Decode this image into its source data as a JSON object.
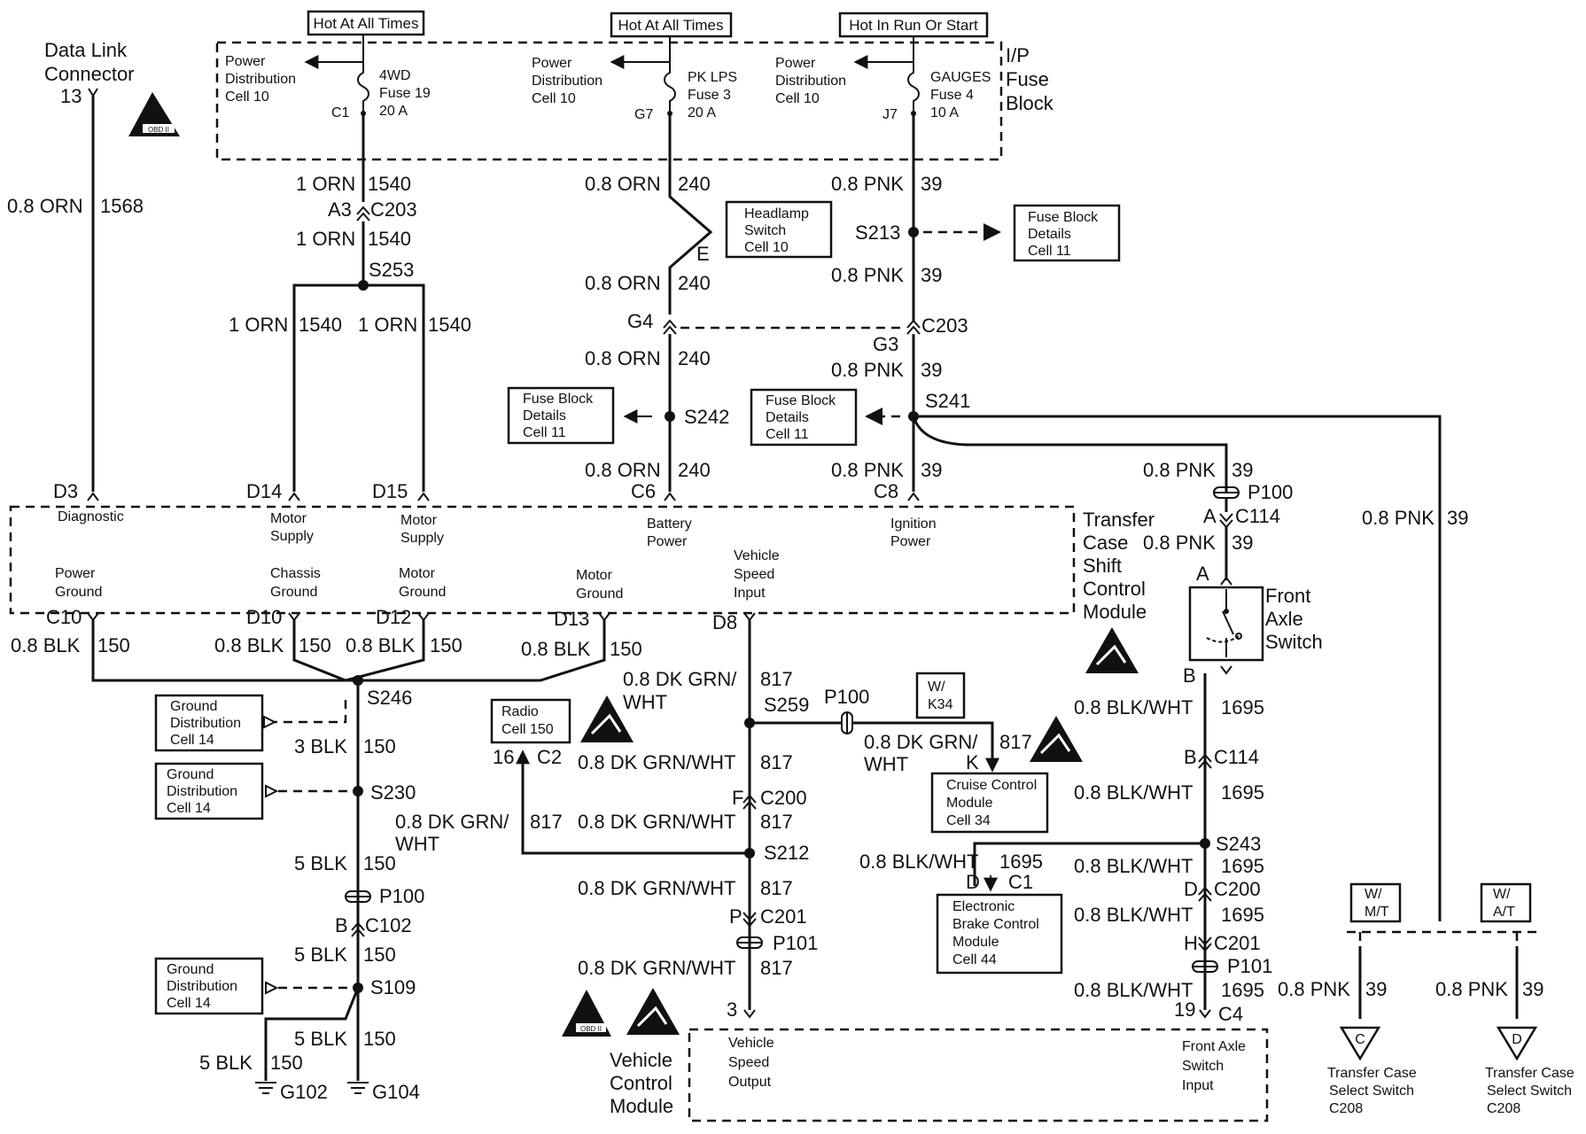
{
  "fuses": [
    {
      "header": "Hot At All Times",
      "pd": [
        "Power",
        "Distribution",
        "Cell 10"
      ],
      "name": [
        "4WD",
        "Fuse 19",
        "20 A"
      ],
      "term": "C1"
    },
    {
      "header": "Hot At All Times",
      "pd": [
        "Power",
        "Distribution",
        "Cell 10"
      ],
      "name": [
        "PK LPS",
        "Fuse 3",
        "20 A"
      ],
      "term": "G7"
    },
    {
      "header": "Hot In Run Or Start",
      "pd": [
        "Power",
        "Distribution",
        "Cell 10"
      ],
      "name": [
        "GAUGES",
        "Fuse 4",
        "10 A"
      ],
      "term": "J7"
    }
  ],
  "ip_fuse_block": [
    "I/P",
    "Fuse",
    "Block"
  ],
  "dlc": {
    "title": [
      "Data Link",
      "Connector"
    ],
    "pin": "13",
    "wire": "0.8 ORN",
    "circuit": "1568"
  },
  "obd_label": "OBD II",
  "wires": {
    "orn1540": "1 ORN",
    "c1540": "1540",
    "orn240": "0.8 ORN",
    "c240": "240",
    "pnk39": "0.8 PNK",
    "c39": "39",
    "blk150": "0.8 BLK",
    "c150": "150",
    "blk3": "3 BLK",
    "blk5": "5 BLK",
    "dkgrn": "0.8 DK GRN/WHT",
    "dkgrn_a": "0.8 DK GRN/",
    "dkgrn_b": "WHT",
    "c817": "817",
    "blkwht": "0.8 BLK/WHT",
    "c1695": "1695"
  },
  "connectors": {
    "a3": "A3",
    "c203": "C203",
    "g4": "G4",
    "g3": "G3",
    "e": "E",
    "c6": "C6",
    "c8": "C8",
    "a": "A",
    "b": "B",
    "c114": "C114",
    "p100": "P100",
    "c10": "C10",
    "d10": "D10",
    "d12": "D12",
    "d13": "D13",
    "d8": "D8",
    "d3": "D3",
    "d14": "D14",
    "d15": "D15",
    "c102": "C102",
    "c2": "C2",
    "pin16": "16",
    "f": "F",
    "c200": "C200",
    "p": "P",
    "c201": "C201",
    "p101": "P101",
    "pin3": "3",
    "k": "K",
    "d": "D",
    "c1": "C1",
    "h": "H",
    "pin19": "19",
    "c4": "C4"
  },
  "splices": {
    "s253": "S253",
    "s213": "S213",
    "s242": "S242",
    "s241": "S241",
    "s246": "S246",
    "s230": "S230",
    "s109": "S109",
    "s259": "S259",
    "s212": "S212",
    "s243": "S243"
  },
  "grounds": {
    "g102": "G102",
    "g104": "G104"
  },
  "refs": {
    "headlamp": [
      "Headlamp",
      "Switch",
      "Cell 10"
    ],
    "fbd": [
      "Fuse Block",
      "Details",
      "Cell 11"
    ],
    "gnd": [
      "Ground",
      "Distribution",
      "Cell 14"
    ],
    "radio": [
      "Radio",
      "Cell 150"
    ],
    "cruise": [
      "Cruise Control",
      "Module",
      "Cell 34"
    ],
    "ebcm": [
      "Electronic",
      "Brake Control",
      "Module",
      "Cell 44"
    ],
    "wk34": [
      "W/",
      "K34"
    ],
    "wmt": [
      "W/",
      "M/T"
    ],
    "wat": [
      "W/",
      "A/T"
    ]
  },
  "tccm": {
    "title": [
      "Transfer",
      "Case",
      "Shift",
      "Control",
      "Module"
    ],
    "diagnostic": "Diagnostic",
    "motor_supply": [
      "Motor",
      "Supply"
    ],
    "battery": [
      "Battery",
      "Power"
    ],
    "ignition": [
      "Ignition",
      "Power"
    ],
    "power_ground": [
      "Power",
      "Ground"
    ],
    "chassis_ground": [
      "Chassis",
      "Ground"
    ],
    "motor_ground": [
      "Motor",
      "Ground"
    ],
    "vss_input": [
      "Vehicle",
      "Speed",
      "Input"
    ]
  },
  "front_axle_switch": [
    "Front",
    "Axle",
    "Switch"
  ],
  "vcm": {
    "title": [
      "Vehicle",
      "Control",
      "Module"
    ],
    "vss_output": [
      "Vehicle",
      "Speed",
      "Output"
    ],
    "fa_input": [
      "Front Axle",
      "Switch",
      "Input"
    ]
  },
  "offpage": {
    "c": "C",
    "d": "D",
    "label": [
      "Transfer Case",
      "Select Switch",
      "C208"
    ]
  }
}
